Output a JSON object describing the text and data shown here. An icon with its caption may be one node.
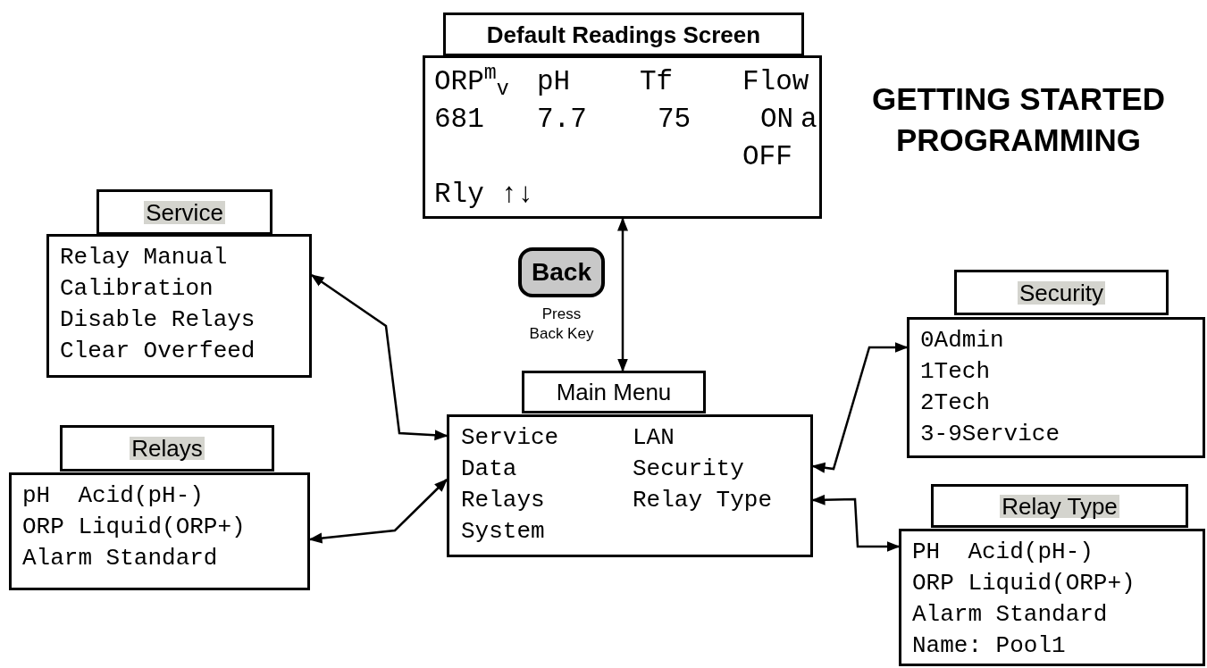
{
  "diagram": {
    "title": "GETTING STARTED PROGRAMMING",
    "nodes": [
      {
        "text": [
          "Default Readings Screen"
        ]
      },
      {
        "text": [
          "ORP$^{m}$$_{v}$",
          "pH",
          "Tf",
          "Flow",
          "681",
          "7.7",
          "75",
          "ON",
          "a",
          "OFF",
          "Rly ↑↓"
        ]
      },
      {
        "text": [
          "Service"
        ]
      },
      {
        "text": [
          "Relay Manual",
          "Calibration",
          "Disable Relays",
          "Clear Overfeed"
        ]
      },
      {
        "text": [
          "Relays"
        ]
      },
      {
        "text": [
          "pH  Acid(pH-)",
          "ORP Liquid(ORP+)",
          "Alarm Standard"
        ]
      },
      {
        "text": [
          "Back"
        ],
        "beside": [
          "Press Back Key"
        ]
      },
      {
        "text": [
          "Main Menu"
        ]
      },
      {
        "text": [
          "Service",
          "LAN",
          "Data",
          "Security",
          "Relays",
          "Relay Type",
          "System"
        ]
      },
      {
        "text": [
          "Security"
        ]
      },
      {
        "text": [
          "0Admin",
          "1Tech",
          "2Tech",
          "3-9Service"
        ]
      },
      {
        "text": [
          "Relay Type"
        ]
      },
      {
        "text": [
          "PH  Acid(pH-)",
          "ORP Liquid(ORP+)",
          "Alarm Standard",
          "Name: Pool1"
        ]
      }
    ],
    "edges": [
      {
        "from": 1,
        "to": 7,
        "arrow": "both"
      },
      {
        "from": 8,
        "to": 3,
        "arrow": "both"
      },
      {
        "from": 8,
        "to": 5,
        "arrow": "both"
      },
      {
        "from": 8,
        "to": 10,
        "arrow": "both"
      },
      {
        "from": 8,
        "to": 12,
        "arrow": "both"
      }
    ]
  }
}
